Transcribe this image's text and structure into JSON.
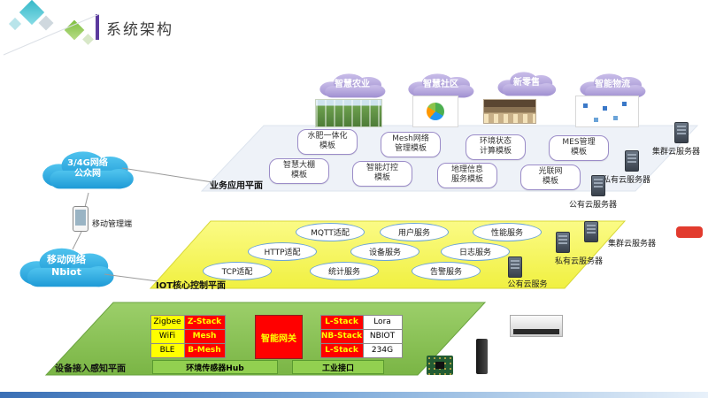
{
  "title": "系统架构",
  "top_clouds": [
    "智慧农业",
    "智慧社区",
    "新零售",
    "智能物流"
  ],
  "left_side": {
    "public_cloud": "3/4G网络\n公众网",
    "mobile_terminal": "移动管理端",
    "nbiot_cloud": "移动网络\nNbiot"
  },
  "business_plane": {
    "label": "业务应用平面",
    "row1": [
      "水肥一体化\n模板",
      "Mesh网络\n管理模板",
      "环境状态\n计算模板",
      "MES管理\n模板"
    ],
    "row2": [
      "智慧大棚\n模板",
      "智能灯控\n模板",
      "地理信息\n服务模板",
      "光联网\n模板"
    ]
  },
  "servers_top": [
    "集群云服务器",
    "私有云服务器",
    "公有云服务器"
  ],
  "servers_mid": [
    "集群云服务器",
    "私有云服务器",
    "公有云服务"
  ],
  "iot_plane": {
    "label": "IOT核心控制平面",
    "row1": [
      "MQTT适配",
      "用户服务",
      "性能服务"
    ],
    "row2": [
      "HTTP适配",
      "设备服务",
      "日志服务"
    ],
    "row3": [
      "TCP适配",
      "统计服务",
      "告警服务"
    ]
  },
  "device_plane": {
    "label": "设备接入感知平面",
    "table_left": {
      "protocols": [
        "Zigbee",
        "WiFi",
        "BLE"
      ],
      "stacks": [
        "Z-Stack",
        "Mesh",
        "B-Mesh"
      ]
    },
    "gateway": "智能网关",
    "table_right": {
      "stacks": [
        "L-Stack",
        "NB-Stack",
        "L-Stack"
      ],
      "protocols": [
        "Lora",
        "NBIOT",
        "234G"
      ]
    },
    "sensor_hub": "环境传感器Hub",
    "industrial_if": "工业接口"
  },
  "colors": {
    "plane_yellow": "#f8f850",
    "plane_green": "#8abf50",
    "cell_yellow": "#ffff00",
    "cell_red": "#ff0000",
    "bar_green": "#92d050",
    "cloud_blue": "#29abe2",
    "cloud_purple": "#b0a0dc",
    "accent_red": "#e23b2e"
  }
}
